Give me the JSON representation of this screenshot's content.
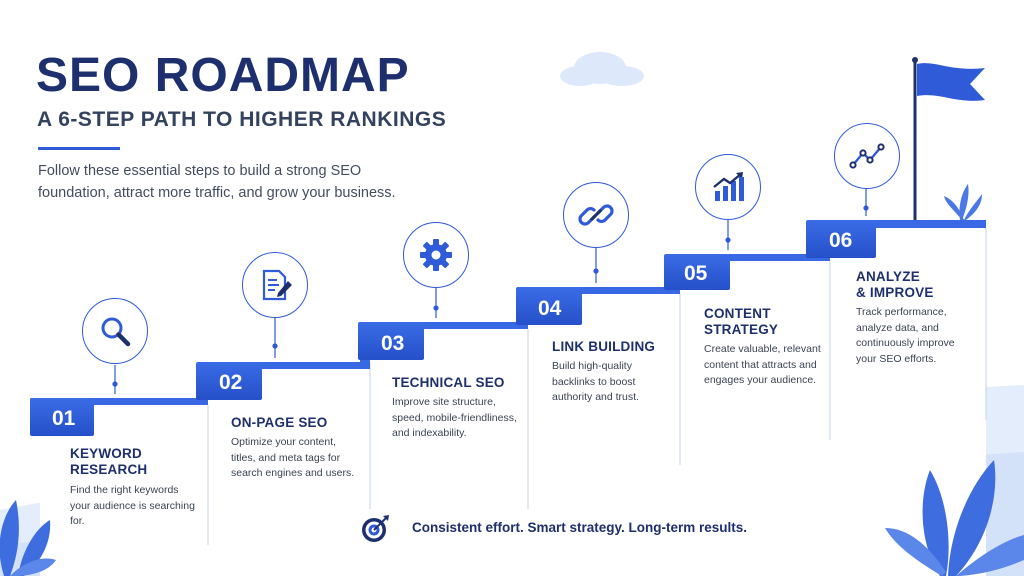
{
  "header": {
    "title": "SEO ROADMAP",
    "subtitle": "A 6-STEP PATH TO HIGHER RANKINGS",
    "intro": "Follow these essential steps to build a strong SEO foundation, attract more traffic, and grow your business."
  },
  "steps": [
    {
      "number": "01",
      "title": "KEYWORD\nRESEARCH",
      "description": "Find the right keywords your audience is searching for.",
      "icon": "magnifier-icon"
    },
    {
      "number": "02",
      "title": "ON-PAGE SEO",
      "description": "Optimize your content, titles, and meta tags for search engines and users.",
      "icon": "document-pencil-icon"
    },
    {
      "number": "03",
      "title": "TECHNICAL SEO",
      "description": "Improve site structure, speed, mobile-friendliness, and indexability.",
      "icon": "gear-icon"
    },
    {
      "number": "04",
      "title": "LINK BUILDING",
      "description": "Build high-quality backlinks to boost authority and trust.",
      "icon": "chain-link-icon"
    },
    {
      "number": "05",
      "title": "CONTENT\nSTRATEGY",
      "description": "Create valuable, relevant content that attracts and engages your audience.",
      "icon": "bar-chart-arrow-icon"
    },
    {
      "number": "06",
      "title": "ANALYZE\n& IMPROVE",
      "description": "Track performance, analyze data, and continuously improve your SEO efforts.",
      "icon": "line-chart-icon"
    }
  ],
  "banner": {
    "text": "Consistent effort. Smart strategy. Long-term results.",
    "icon": "target-arrow-icon"
  },
  "colors": {
    "primary_blue": "#2f5bd8",
    "dark_navy": "#1e2f6e",
    "light_blue": "#e3edfb"
  }
}
